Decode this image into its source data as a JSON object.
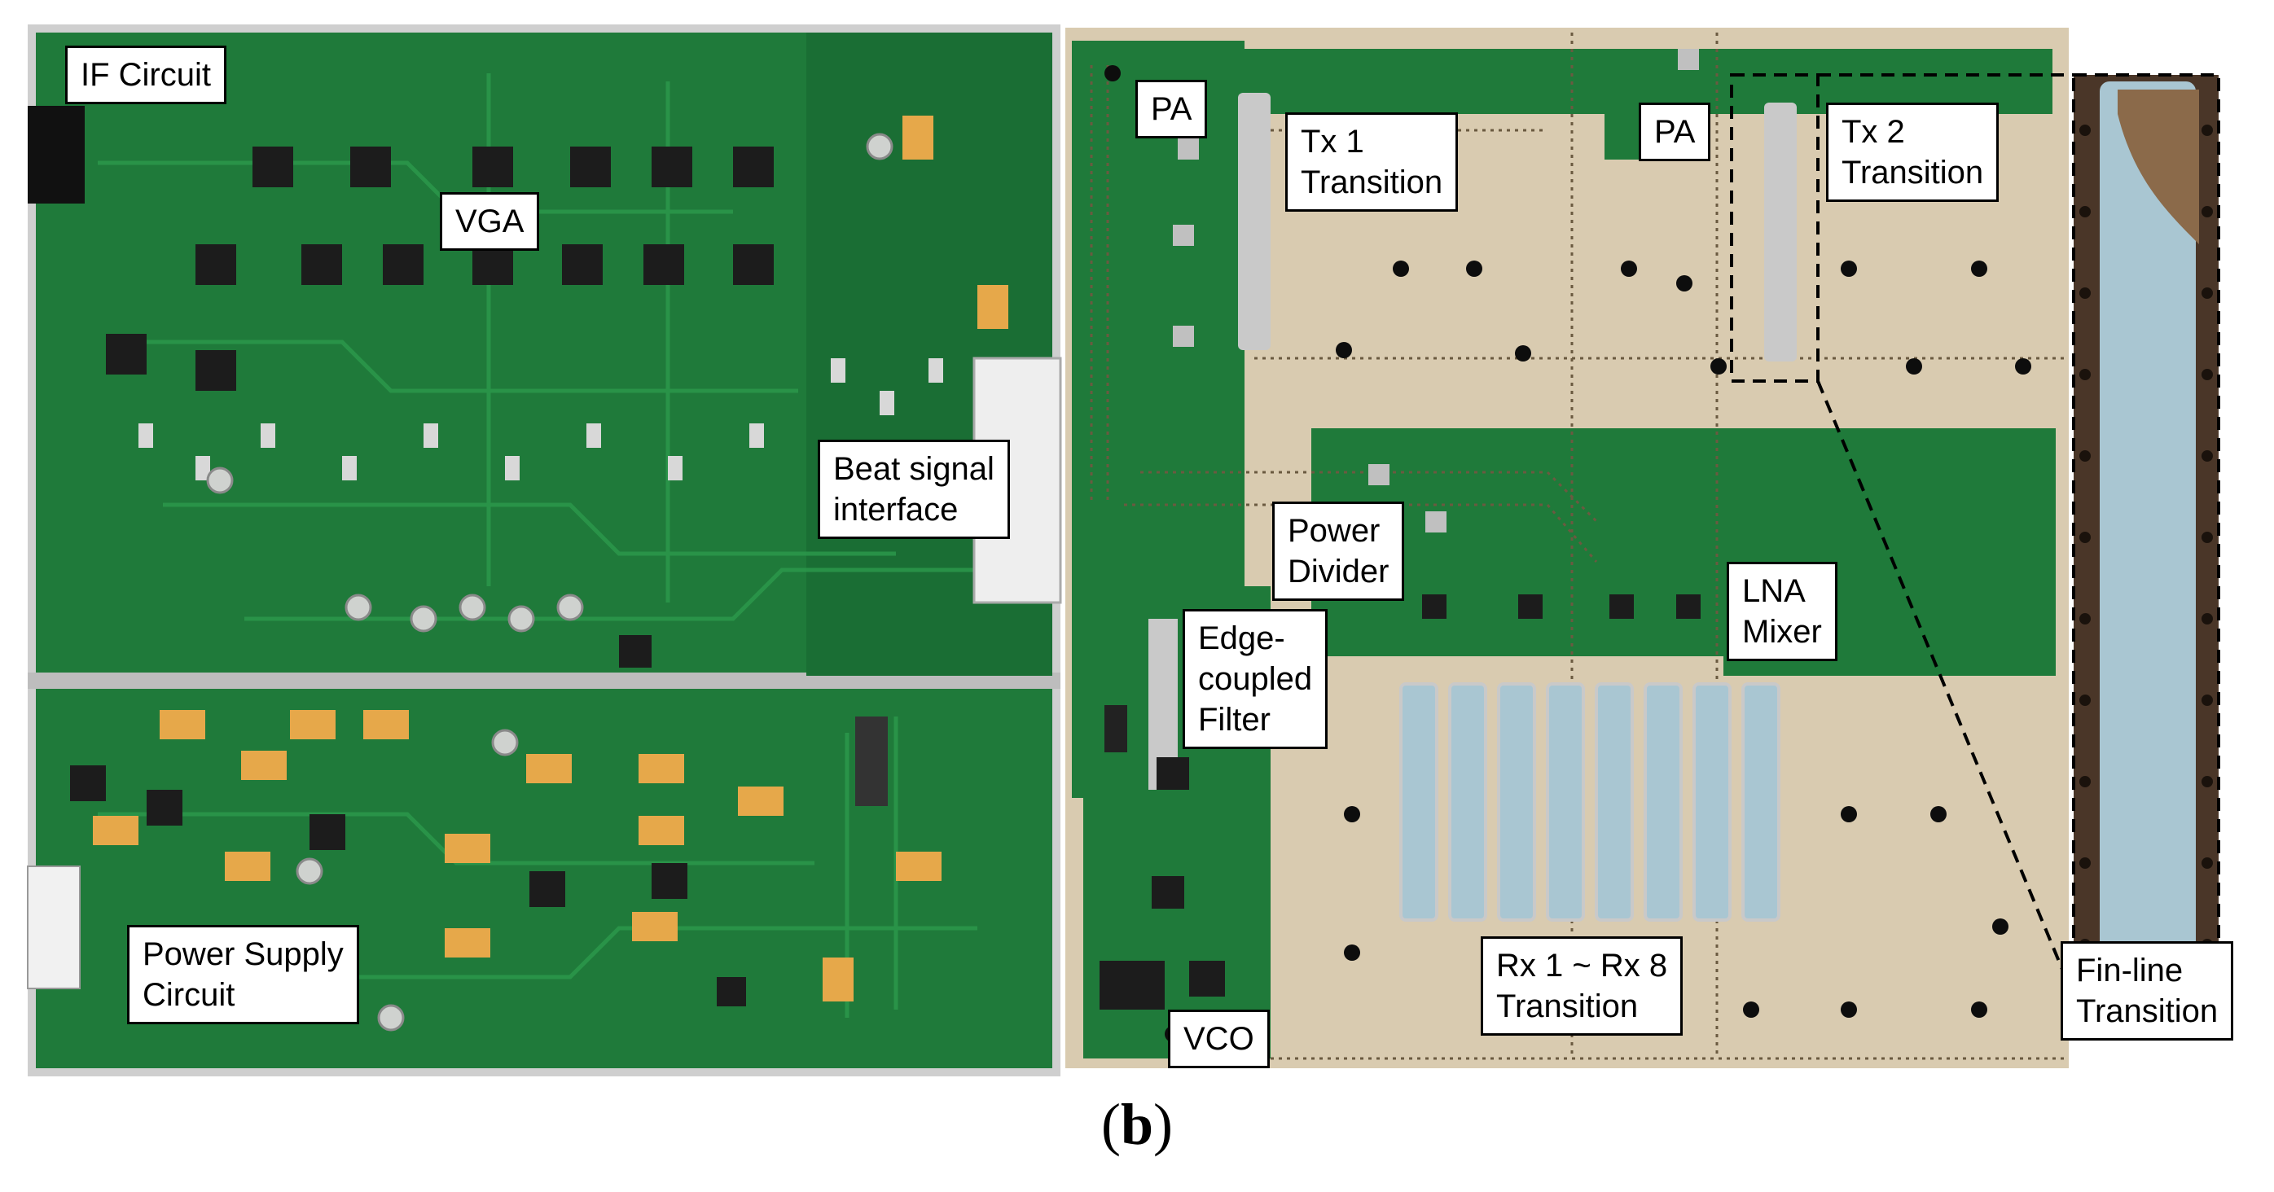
{
  "figure": {
    "caption_open": "(",
    "caption_letter": "b",
    "caption_close": ")"
  },
  "labels": {
    "if_circuit": [
      "IF Circuit"
    ],
    "vga": [
      "VGA"
    ],
    "beat_signal": [
      "Beat signal",
      "interface"
    ],
    "power_supply": [
      "Power Supply",
      "Circuit"
    ],
    "pa_left": [
      "PA"
    ],
    "tx1": [
      "Tx 1",
      "Transition"
    ],
    "pa_right": [
      "PA"
    ],
    "tx2": [
      "Tx 2",
      "Transition"
    ],
    "power_divider": [
      "Power",
      "Divider"
    ],
    "lna_mixer": [
      "LNA",
      "Mixer"
    ],
    "edge_filter": [
      "Edge-",
      "coupled",
      "Filter"
    ],
    "rx": [
      "Rx 1 ~ Rx 8",
      "Transition"
    ],
    "vco": [
      "VCO"
    ],
    "finline": [
      "Fin-line",
      "Transition"
    ]
  },
  "colors": {
    "pcb_green": "#1f7a3a",
    "pcb_green_dark": "#155c2b",
    "substrate_tan": "#d9cbb0",
    "chip_black": "#1c1c1c",
    "capacitor_orange": "#e6a84a",
    "metal_silver": "#c8c8c8",
    "finline_blue": "#a9c6d2",
    "via_black": "#0d0d0d"
  }
}
